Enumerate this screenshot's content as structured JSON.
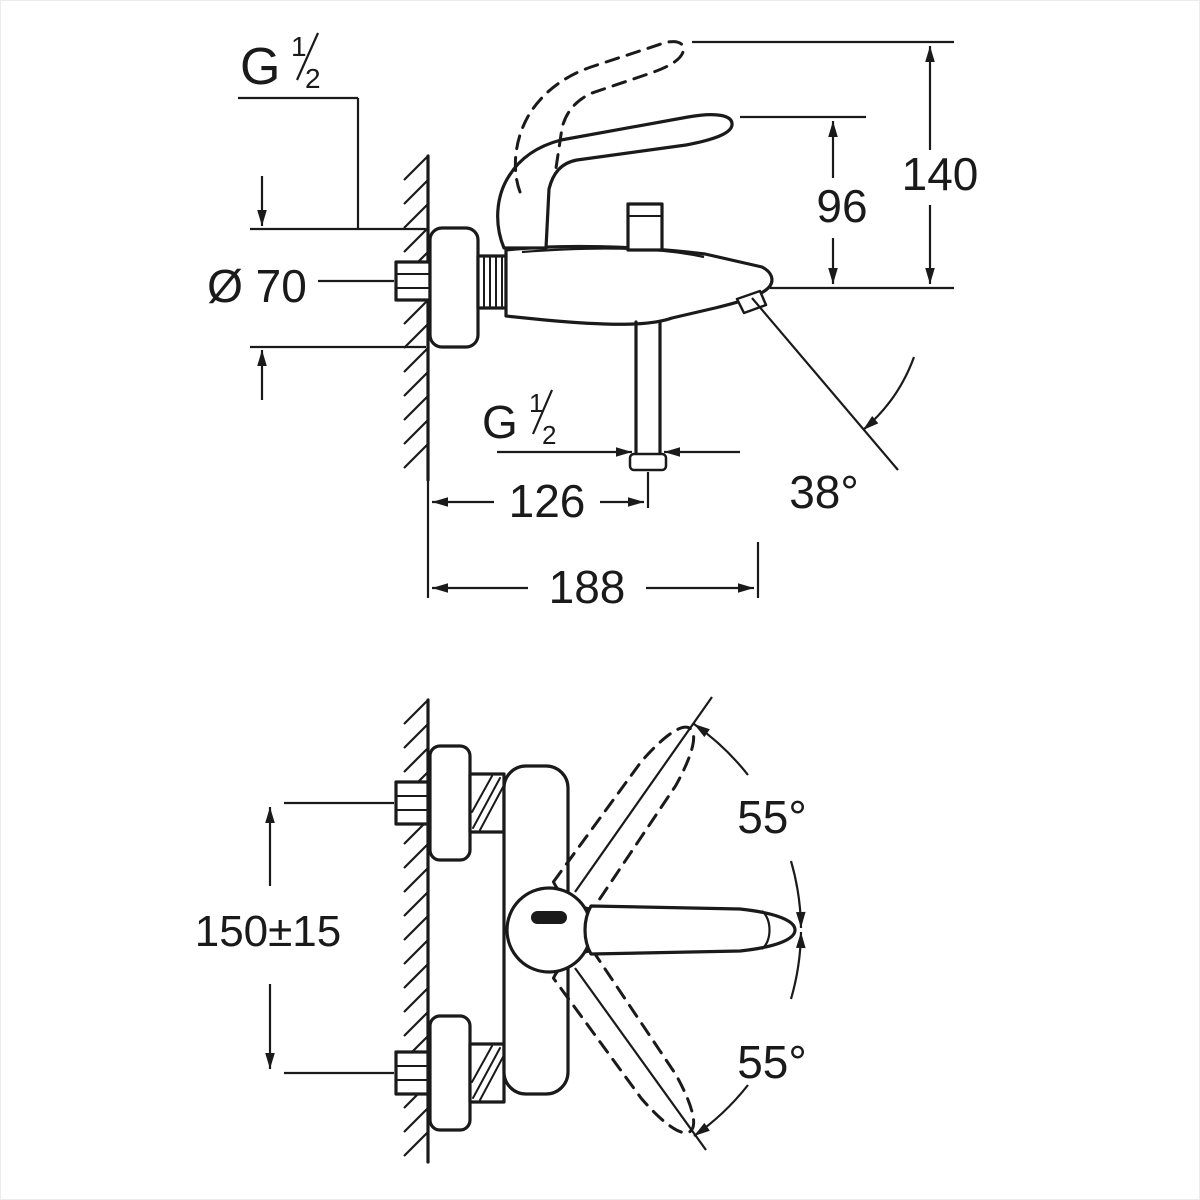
{
  "dims": {
    "thread_wall": {
      "g": "G",
      "num": "1",
      "den": "2"
    },
    "flange_diameter": "Ø 70",
    "height_overall": "140",
    "height_spout": "96",
    "spout_angle": "38°",
    "thread_hose": {
      "g": "G",
      "num": "1",
      "den": "2"
    },
    "hose_distance": "126",
    "projection": "188",
    "connection_spacing": "150±15",
    "swivel_up": "55°",
    "swivel_down": "55°"
  },
  "colors": {
    "line": "#1a1a1a",
    "background": "#ffffff"
  }
}
